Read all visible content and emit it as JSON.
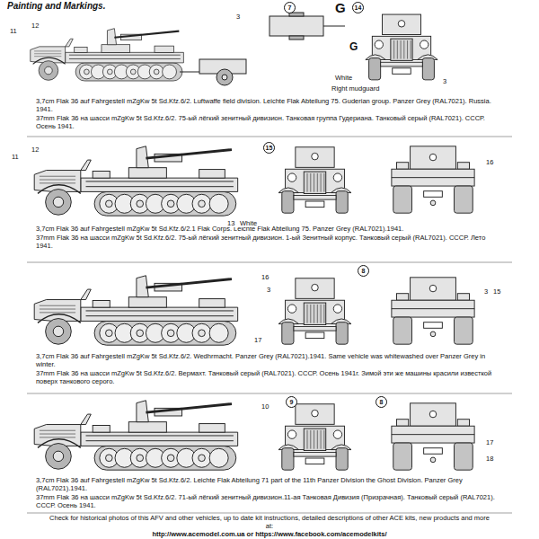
{
  "diagram": {
    "title": "Painting and Markings.",
    "caption": "Check for historical photos of this AFV and  other vehicles, up to date kit instructions, detailed descriptions of other ACE kits, new products and more at:",
    "labels": [
      "3",
      "7",
      "G",
      "14",
      "11",
      "12",
      "G",
      "White",
      "Right mudguard",
      "3",
      "12",
      "11",
      "13",
      "White",
      "15",
      "16",
      "16",
      "3",
      "8",
      "3",
      "15",
      "17",
      "10",
      "9",
      "8",
      "17",
      "18",
      "3,7cm Flak 36 auf Fahrgestell mZgKw 5t Sd.Kfz.6/2. Luftwaffe field division. Leichte Flak Abteilung 75. Guderian group. Panzer Grey (RAL7021). Russia. 1941.",
      "37mm Flak 36 на шасси mZgKw 5t Sd.Kfz.6/2. 75-ый лёгкий зенитный дивизион. Танковая группа Гудериана. Танковый серый (RAL7021). СССР. Осень 1941.",
      "3,7cm Flak 36 auf Fahrgestell mZgKw 5t Sd.Kfz.6/2.1 Flak Corps. Leichte Flak Abteilung 75. Panzer Grey (RAL7021).1941.",
      "37mm Flak 36 на шасси mZgKw 5t Sd.Kfz.6/2. 75-ый лёгкий зенитный дивизион. 1-ый Зенитный корпус. Танковый серый (RAL7021). СССР. Лето 1941.",
      "3,7cm Flak 36 auf Fahrgestell mZgKw 5t Sd.Kfz.6/2. Wedhrmacht. Panzer Grey (RAL7021).1941. Same vehicle was whitewashed over Panzer Grey in winter.",
      "37mm Flak 36 на шасси mZgKw 5t Sd.Kfz.6/2. Вермахт. Танковый серый (RAL7021). СССР. Осень 1941г. Зимой эти же машины красили известкой поверх танкового серого.",
      "3,7cm Flak 36 auf Fahrgestell mZgKw 5t Sd.Kfz.6/2. Leichte Flak Abteilung 71 part of the 11th Panzer Division the Ghost Division. Panzer Grey (RAL7021).1941.",
      "37mm Flak 36 на шасси mZgKw 5t Sd.Kfz.6/2. 71-ый лёгкий зенитный дивизион.11-ая Танковая Дивизия (Призрачная). Танковый серый (RAL7021). СССР. Осень 1941.",
      "http://www.acemodel.com.ua or https://www.facebook.com/acemodelkits/"
    ]
  }
}
